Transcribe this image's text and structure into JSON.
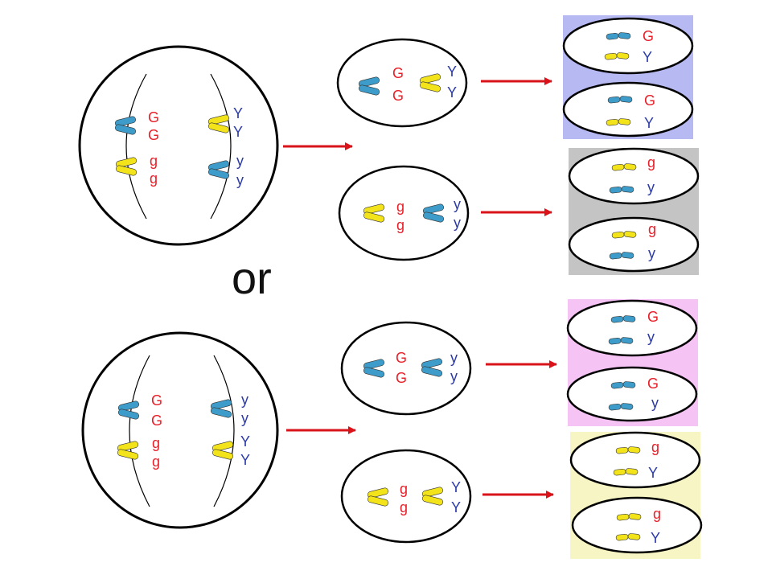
{
  "colors": {
    "blue_chromosome": "#3d9cc9",
    "yellow_chromosome": "#f2e31a",
    "red_allele": "#e8202a",
    "blue_allele": "#2b3aa8",
    "arrow": "#d9131a",
    "box_lavender": "#b7b9f3",
    "box_gray": "#c4c4c4",
    "box_pink": "#f5c3f4",
    "box_cream": "#f8f5c4"
  },
  "separator_word": "or",
  "scenario_1": {
    "parent_cell": {
      "left_chromosomes": [
        {
          "color": "blue",
          "alleles": [
            "G",
            "G"
          ]
        },
        {
          "color": "yellow",
          "alleles": [
            "g",
            "g"
          ]
        }
      ],
      "right_chromosomes": [
        {
          "color": "yellow",
          "alleles": [
            "Y",
            "Y"
          ]
        },
        {
          "color": "blue",
          "alleles": [
            "y",
            "y"
          ]
        }
      ]
    },
    "daughter_cells": [
      {
        "pairs": [
          {
            "color": "blue",
            "alleles": [
              "G",
              "G"
            ]
          },
          {
            "color": "yellow",
            "alleles": [
              "Y",
              "Y"
            ]
          }
        ]
      },
      {
        "pairs": [
          {
            "color": "yellow",
            "alleles": [
              "g",
              "g"
            ]
          },
          {
            "color": "blue",
            "alleles": [
              "y",
              "y"
            ]
          }
        ]
      }
    ],
    "gamete_groups": [
      {
        "box_color": "lavender",
        "gametes": [
          {
            "a": "G",
            "b": "Y"
          },
          {
            "a": "G",
            "b": "Y"
          }
        ]
      },
      {
        "box_color": "gray",
        "gametes": [
          {
            "a": "g",
            "b": "y"
          },
          {
            "a": "g",
            "b": "y"
          }
        ]
      }
    ]
  },
  "scenario_2": {
    "parent_cell": {
      "left_chromosomes": [
        {
          "color": "blue",
          "alleles": [
            "G",
            "G"
          ]
        },
        {
          "color": "yellow",
          "alleles": [
            "g",
            "g"
          ]
        }
      ],
      "right_chromosomes": [
        {
          "color": "blue",
          "alleles": [
            "y",
            "y"
          ]
        },
        {
          "color": "yellow",
          "alleles": [
            "Y",
            "Y"
          ]
        }
      ]
    },
    "daughter_cells": [
      {
        "pairs": [
          {
            "color": "blue",
            "alleles": [
              "G",
              "G"
            ]
          },
          {
            "color": "blue",
            "alleles": [
              "y",
              "y"
            ]
          }
        ]
      },
      {
        "pairs": [
          {
            "color": "yellow",
            "alleles": [
              "g",
              "g"
            ]
          },
          {
            "color": "yellow",
            "alleles": [
              "Y",
              "Y"
            ]
          }
        ]
      }
    ],
    "gamete_groups": [
      {
        "box_color": "pink",
        "gametes": [
          {
            "a": "G",
            "b": "y"
          },
          {
            "a": "G",
            "b": "y"
          }
        ]
      },
      {
        "box_color": "cream",
        "gametes": [
          {
            "a": "g",
            "b": "Y"
          },
          {
            "a": "g",
            "b": "Y"
          }
        ]
      }
    ]
  }
}
